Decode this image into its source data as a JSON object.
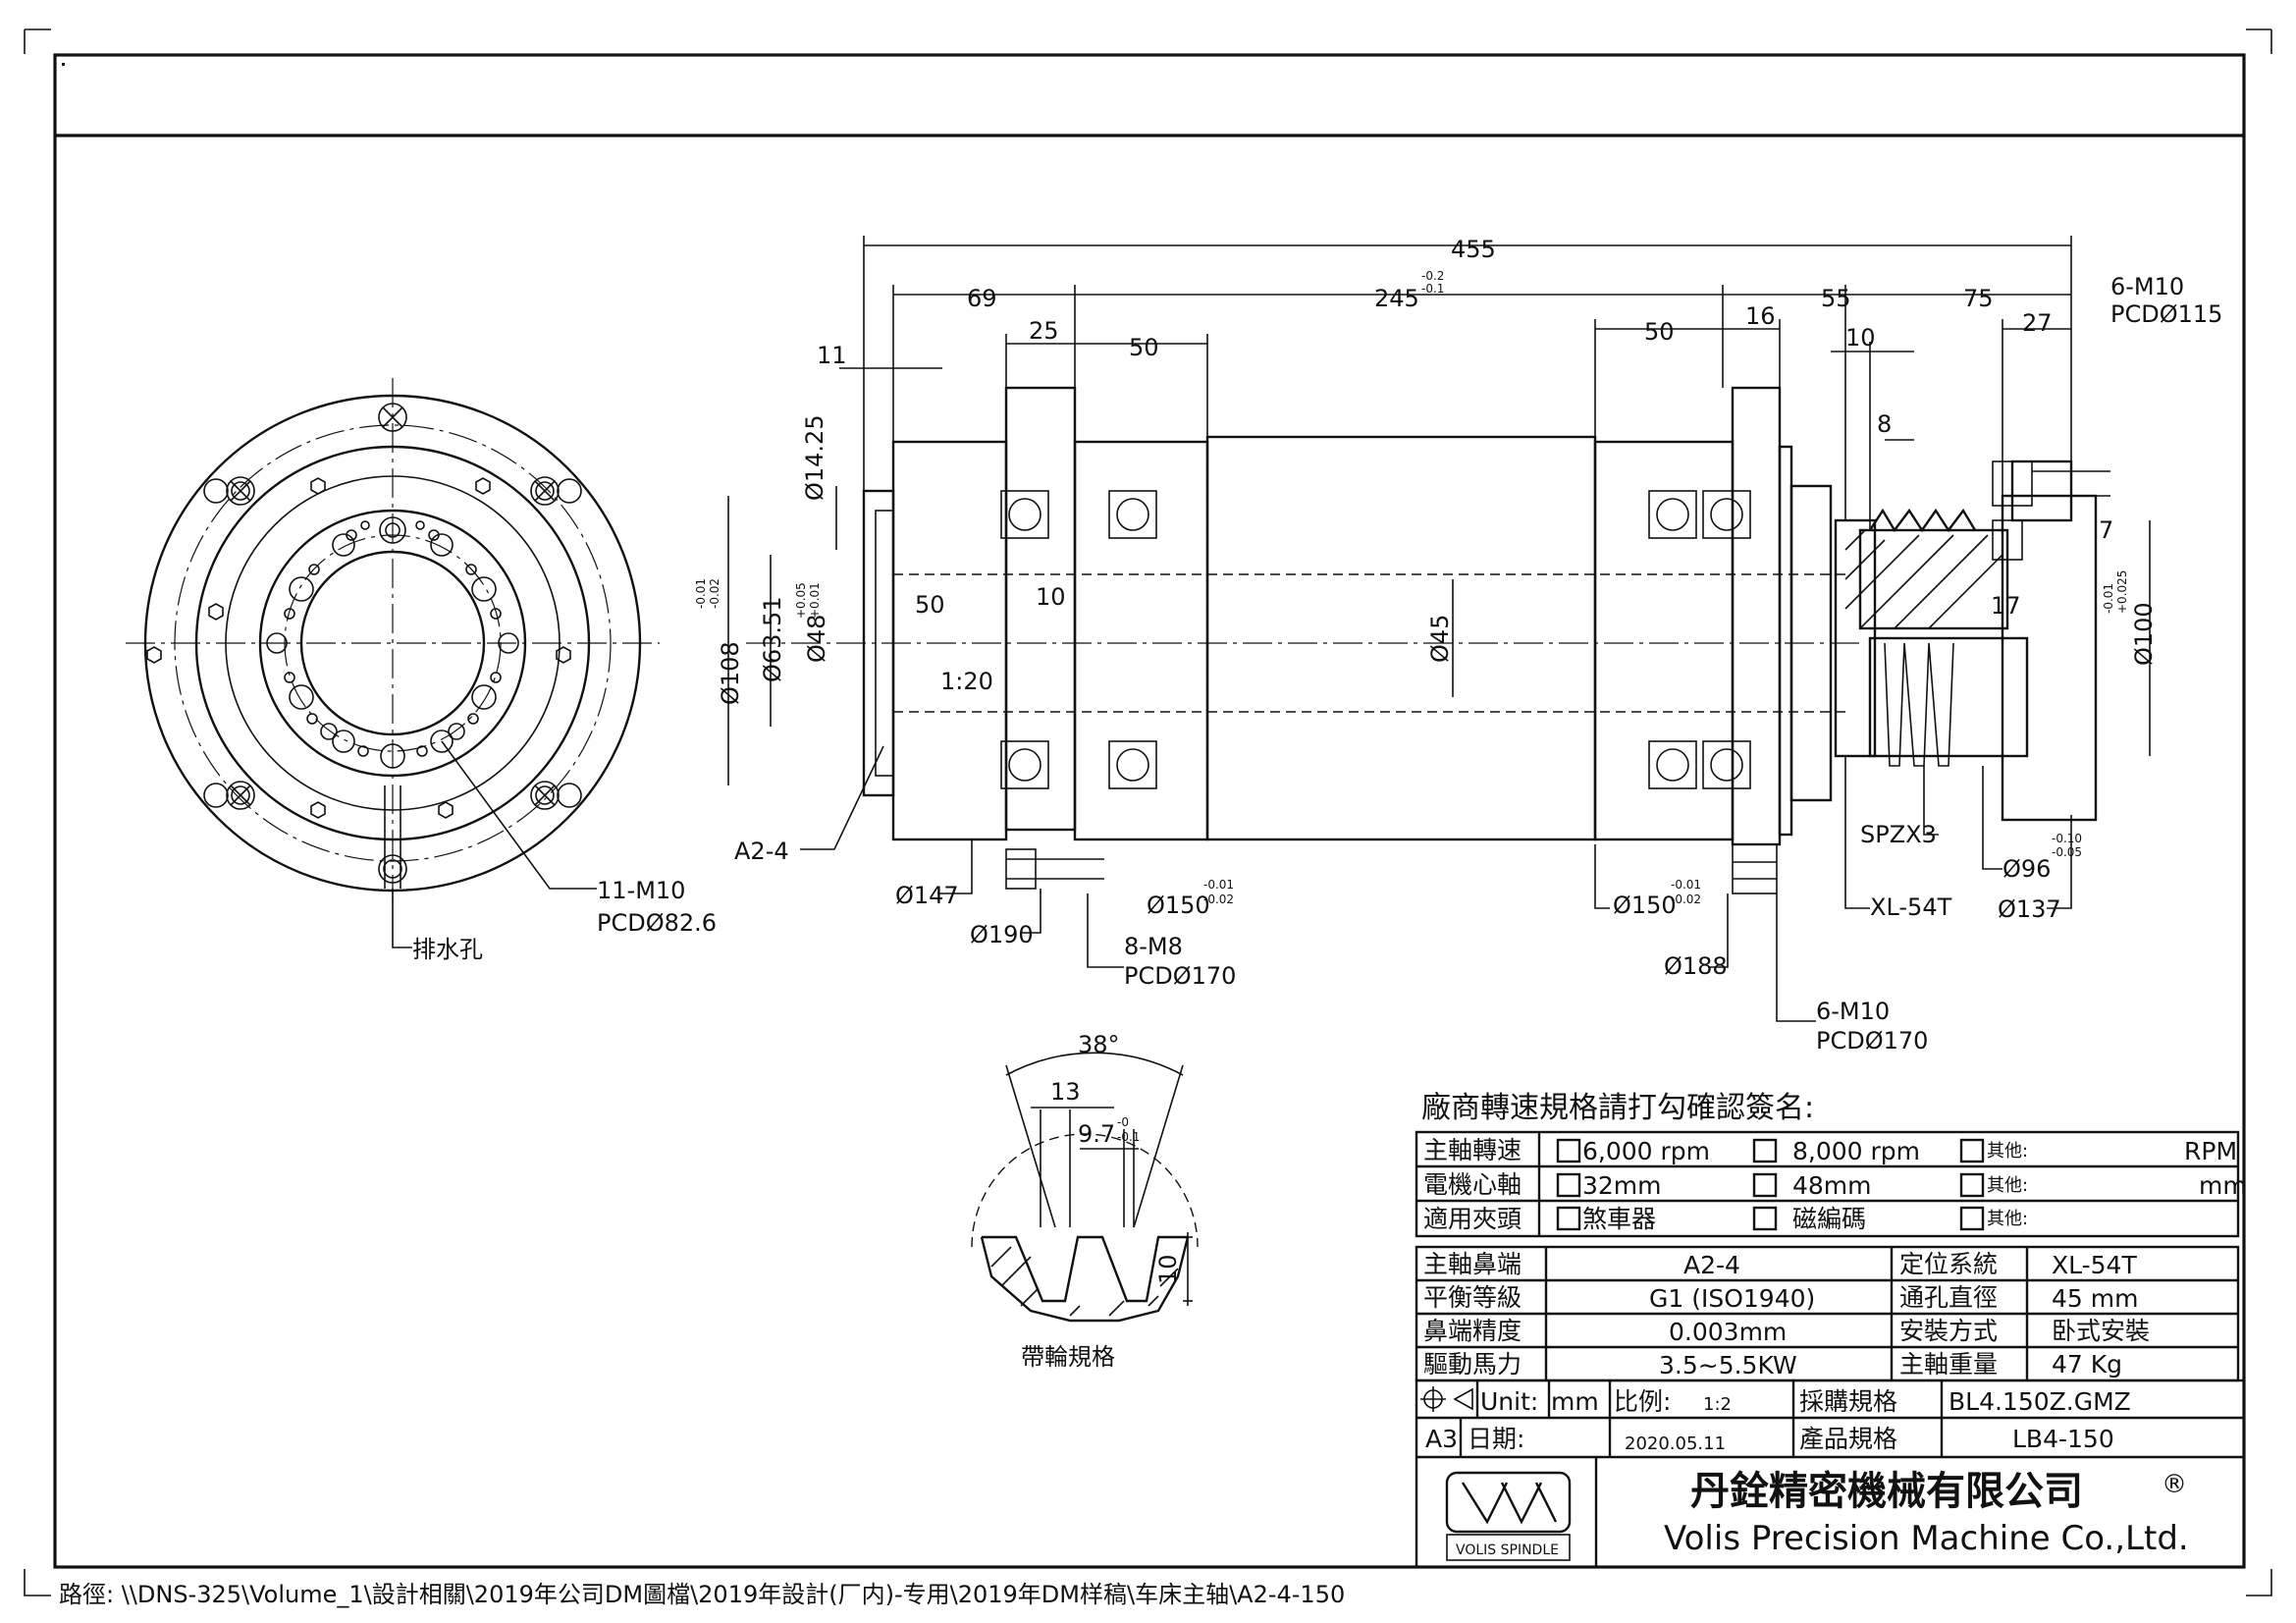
{
  "spec_confirm": {
    "title": "廠商轉速規格請打勾確認簽名:",
    "rows": [
      {
        "label": "主軸轉速",
        "opt1": "6,000 rpm",
        "opt2": "8,000 rpm",
        "other": "其他:",
        "unit": "RPM"
      },
      {
        "label": "電機心軸",
        "opt1": "32mm",
        "opt2": "48mm",
        "other": "其他:",
        "unit": "mm"
      },
      {
        "label": "適用夾頭",
        "opt1": "煞車器",
        "opt2": "磁編碼",
        "other": "其他:",
        "unit": ""
      }
    ]
  },
  "spec_table": [
    {
      "k1": "主軸鼻端",
      "v1": "A2-4",
      "k2": "定位系統",
      "v2": "XL-54T"
    },
    {
      "k1": "平衡等級",
      "v1": "G1   (ISO1940)",
      "k2": "通孔直徑",
      "v2": "45  mm"
    },
    {
      "k1": "鼻端精度",
      "v1": "0.003mm",
      "k2": "安裝方式",
      "v2": "卧式安裝"
    },
    {
      "k1": "驅動馬力",
      "v1": "3.5~5.5KW",
      "k2": "主軸重量",
      "v2": "47  Kg"
    }
  ],
  "title_block": {
    "unit_label": "Unit:",
    "unit_value": "mm",
    "scale_label": "比例:",
    "scale_value": "1:2",
    "purchase_label": "採購規格",
    "purchase_value": "BL4.150Z.GMZ",
    "size": "A3",
    "date_label": "日期:",
    "date_value": "2020.05.11",
    "product_label": "產品規格",
    "product_value": "LB4-150",
    "company_cn": "丹銓精密機械有限公司",
    "registered": "®",
    "company_en": "Volis Precision Machine Co.,Ltd.",
    "logo_caption": "VOLIS SPINDLE"
  },
  "footer_path": "路徑: \\\\DNS-325\\Volume_1\\設計相關\\2019年公司DM圖檔\\2019年設計(厂内)-专用\\2019年DM样稿\\车床主轴\\A2-4-150",
  "front_view_labels": {
    "bolt": "11-M10",
    "bolt_pcd": "PCDØ82.6",
    "drain": "排水孔"
  },
  "dimensions": {
    "total": "455",
    "d69": "69",
    "d245": "245",
    "d245_tol_up": "-0.2",
    "d245_tol_dn": "-0.1",
    "d55": "55",
    "d75": "75",
    "d11": "11",
    "d25": "25",
    "d50a": "50",
    "d50b": "50",
    "d16": "16",
    "d10a": "10",
    "d27": "27",
    "d8": "8",
    "d7": "7",
    "d17": "17",
    "d50_inner": "50",
    "d10_inner": "10",
    "taper": "1:20",
    "m10_top": "6-M10",
    "m10_top_pcd": "PCDØ115",
    "dia14": "Ø14.25",
    "dia108": "Ø108",
    "dia108_tol_up": "-0.01",
    "dia108_tol_dn": "-0.02",
    "dia63": "Ø63.51",
    "dia48": "Ø48",
    "dia48_tol_up": "+0.05",
    "dia48_tol_dn": "+0.01",
    "dia45": "Ø45",
    "dia100": "Ø100",
    "dia100_tol_up": "-0.01",
    "dia100_tol_dn": "+0.025",
    "a24": "A2-4",
    "dia147": "Ø147",
    "dia190": "Ø190",
    "dia150a": "Ø150",
    "dia150a_tol_up": "-0.01",
    "dia150a_tol_dn": "-0.02",
    "m8": "8-M8",
    "m8_pcd": "PCDØ170",
    "dia150b": "Ø150",
    "dia150b_tol_up": "-0.01",
    "dia150b_tol_dn": "-0.02",
    "dia188": "Ø188",
    "m10_bot": "6-M10",
    "m10_bot_pcd": "PCDØ170",
    "spzx3": "SPZX3",
    "xl54t": "XL-54T",
    "dia96": "Ø96",
    "dia96_tol_up": "-0.10",
    "dia96_tol_dn": "-0.05",
    "dia137": "Ø137"
  },
  "belt_detail": {
    "angle": "38°",
    "w13": "13",
    "w97": "9.7",
    "w97_tol_up": "-0",
    "w97_tol_dn": "-0.1",
    "h10": "10",
    "caption": "帶輪規格"
  }
}
